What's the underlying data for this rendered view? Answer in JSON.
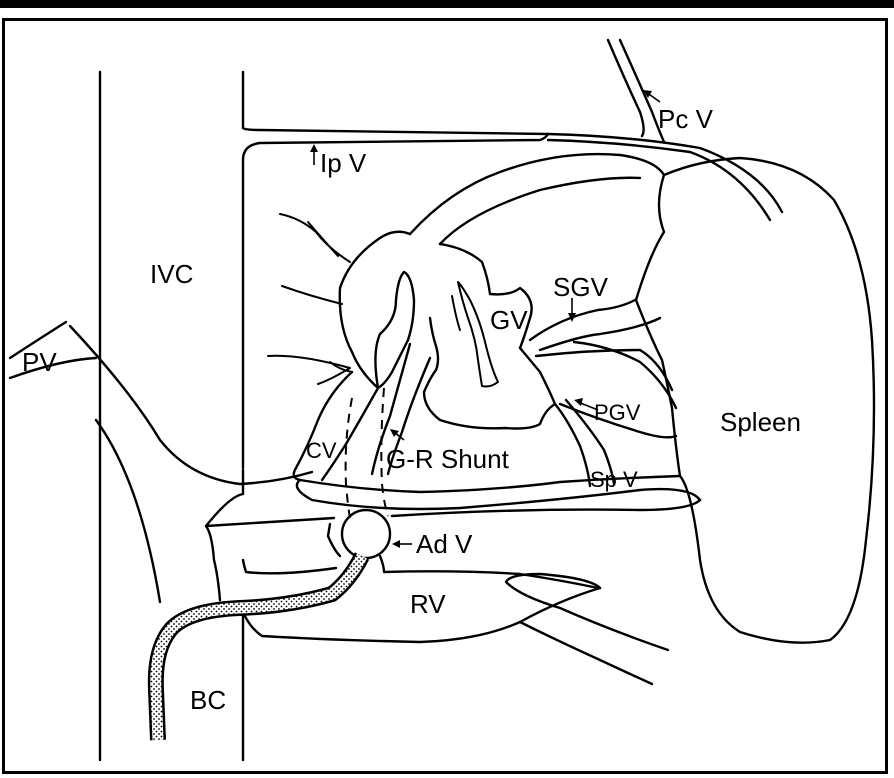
{
  "labels": {
    "pc_v": "Pc V",
    "ip_v": "Ip V",
    "ivc": "IVC",
    "sgv": "SGV",
    "gv": "GV",
    "pv": "PV",
    "pgv": "PGV",
    "spleen": "Spleen",
    "cv": "CV",
    "gr_shunt": "G-R Shunt",
    "sp_v": "Sp V",
    "ad_v": "Ad V",
    "rv": "RV",
    "bc": "BC"
  }
}
